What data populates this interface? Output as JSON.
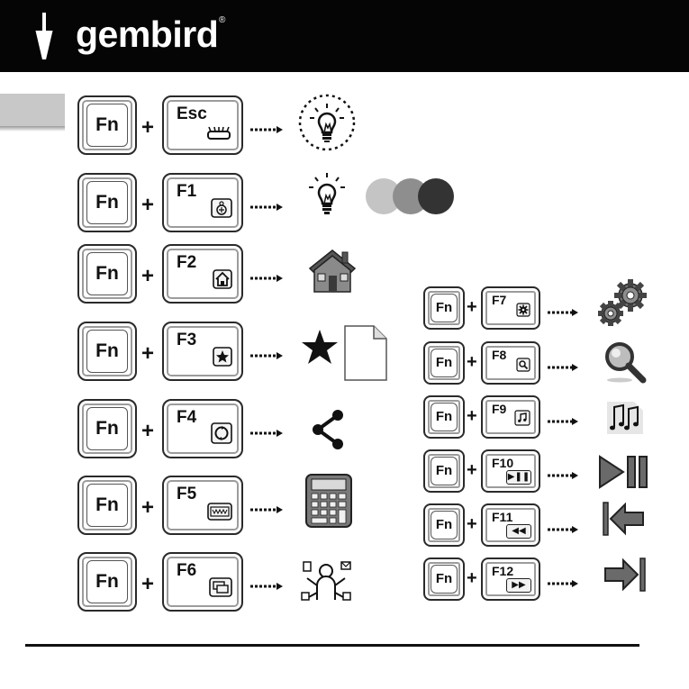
{
  "brand": {
    "name": "gembird",
    "registered": "®"
  },
  "modifier_label": "Fn",
  "plus_sign": "+",
  "shortcuts_left": [
    {
      "key": "Esc",
      "key_icon": "backlight-icon",
      "result_icon": "lightbulb-dotted-icon"
    },
    {
      "key": "F1",
      "key_icon": "light-mode-icon",
      "result_icon": "lightbulb-icon"
    },
    {
      "key": "F2",
      "key_icon": "home-icon",
      "result_icon": "house-icon"
    },
    {
      "key": "F3",
      "key_icon": "star-icon",
      "result_icon": "favorites-document-icon"
    },
    {
      "key": "F4",
      "key_icon": "circle-arrows-icon",
      "result_icon": "share-icon"
    },
    {
      "key": "F5",
      "key_icon": "keyboard-icon",
      "result_icon": "calculator-icon"
    },
    {
      "key": "F6",
      "key_icon": "windows-icon",
      "result_icon": "multitask-icon"
    }
  ],
  "light_colors": [
    "#c4c4c4",
    "#8e8e8e",
    "#333333"
  ],
  "shortcuts_right": [
    {
      "key": "F7",
      "key_icon": "gear-icon",
      "result_icon": "gears-icon"
    },
    {
      "key": "F8",
      "key_icon": "search-icon",
      "result_icon": "magnifier-icon"
    },
    {
      "key": "F9",
      "key_icon": "music-note-icon",
      "result_icon": "music-file-icon"
    },
    {
      "key": "F10",
      "key_glyph": "▶❚❚",
      "key_icon": "play-pause-icon",
      "result_icon": "play-pause-large-icon"
    },
    {
      "key": "F11",
      "key_glyph": "◀◀",
      "key_icon": "previous-track-icon",
      "result_icon": "previous-arrow-icon"
    },
    {
      "key": "F12",
      "key_glyph": "▶▶",
      "key_icon": "next-track-icon",
      "result_icon": "next-arrow-icon"
    }
  ]
}
